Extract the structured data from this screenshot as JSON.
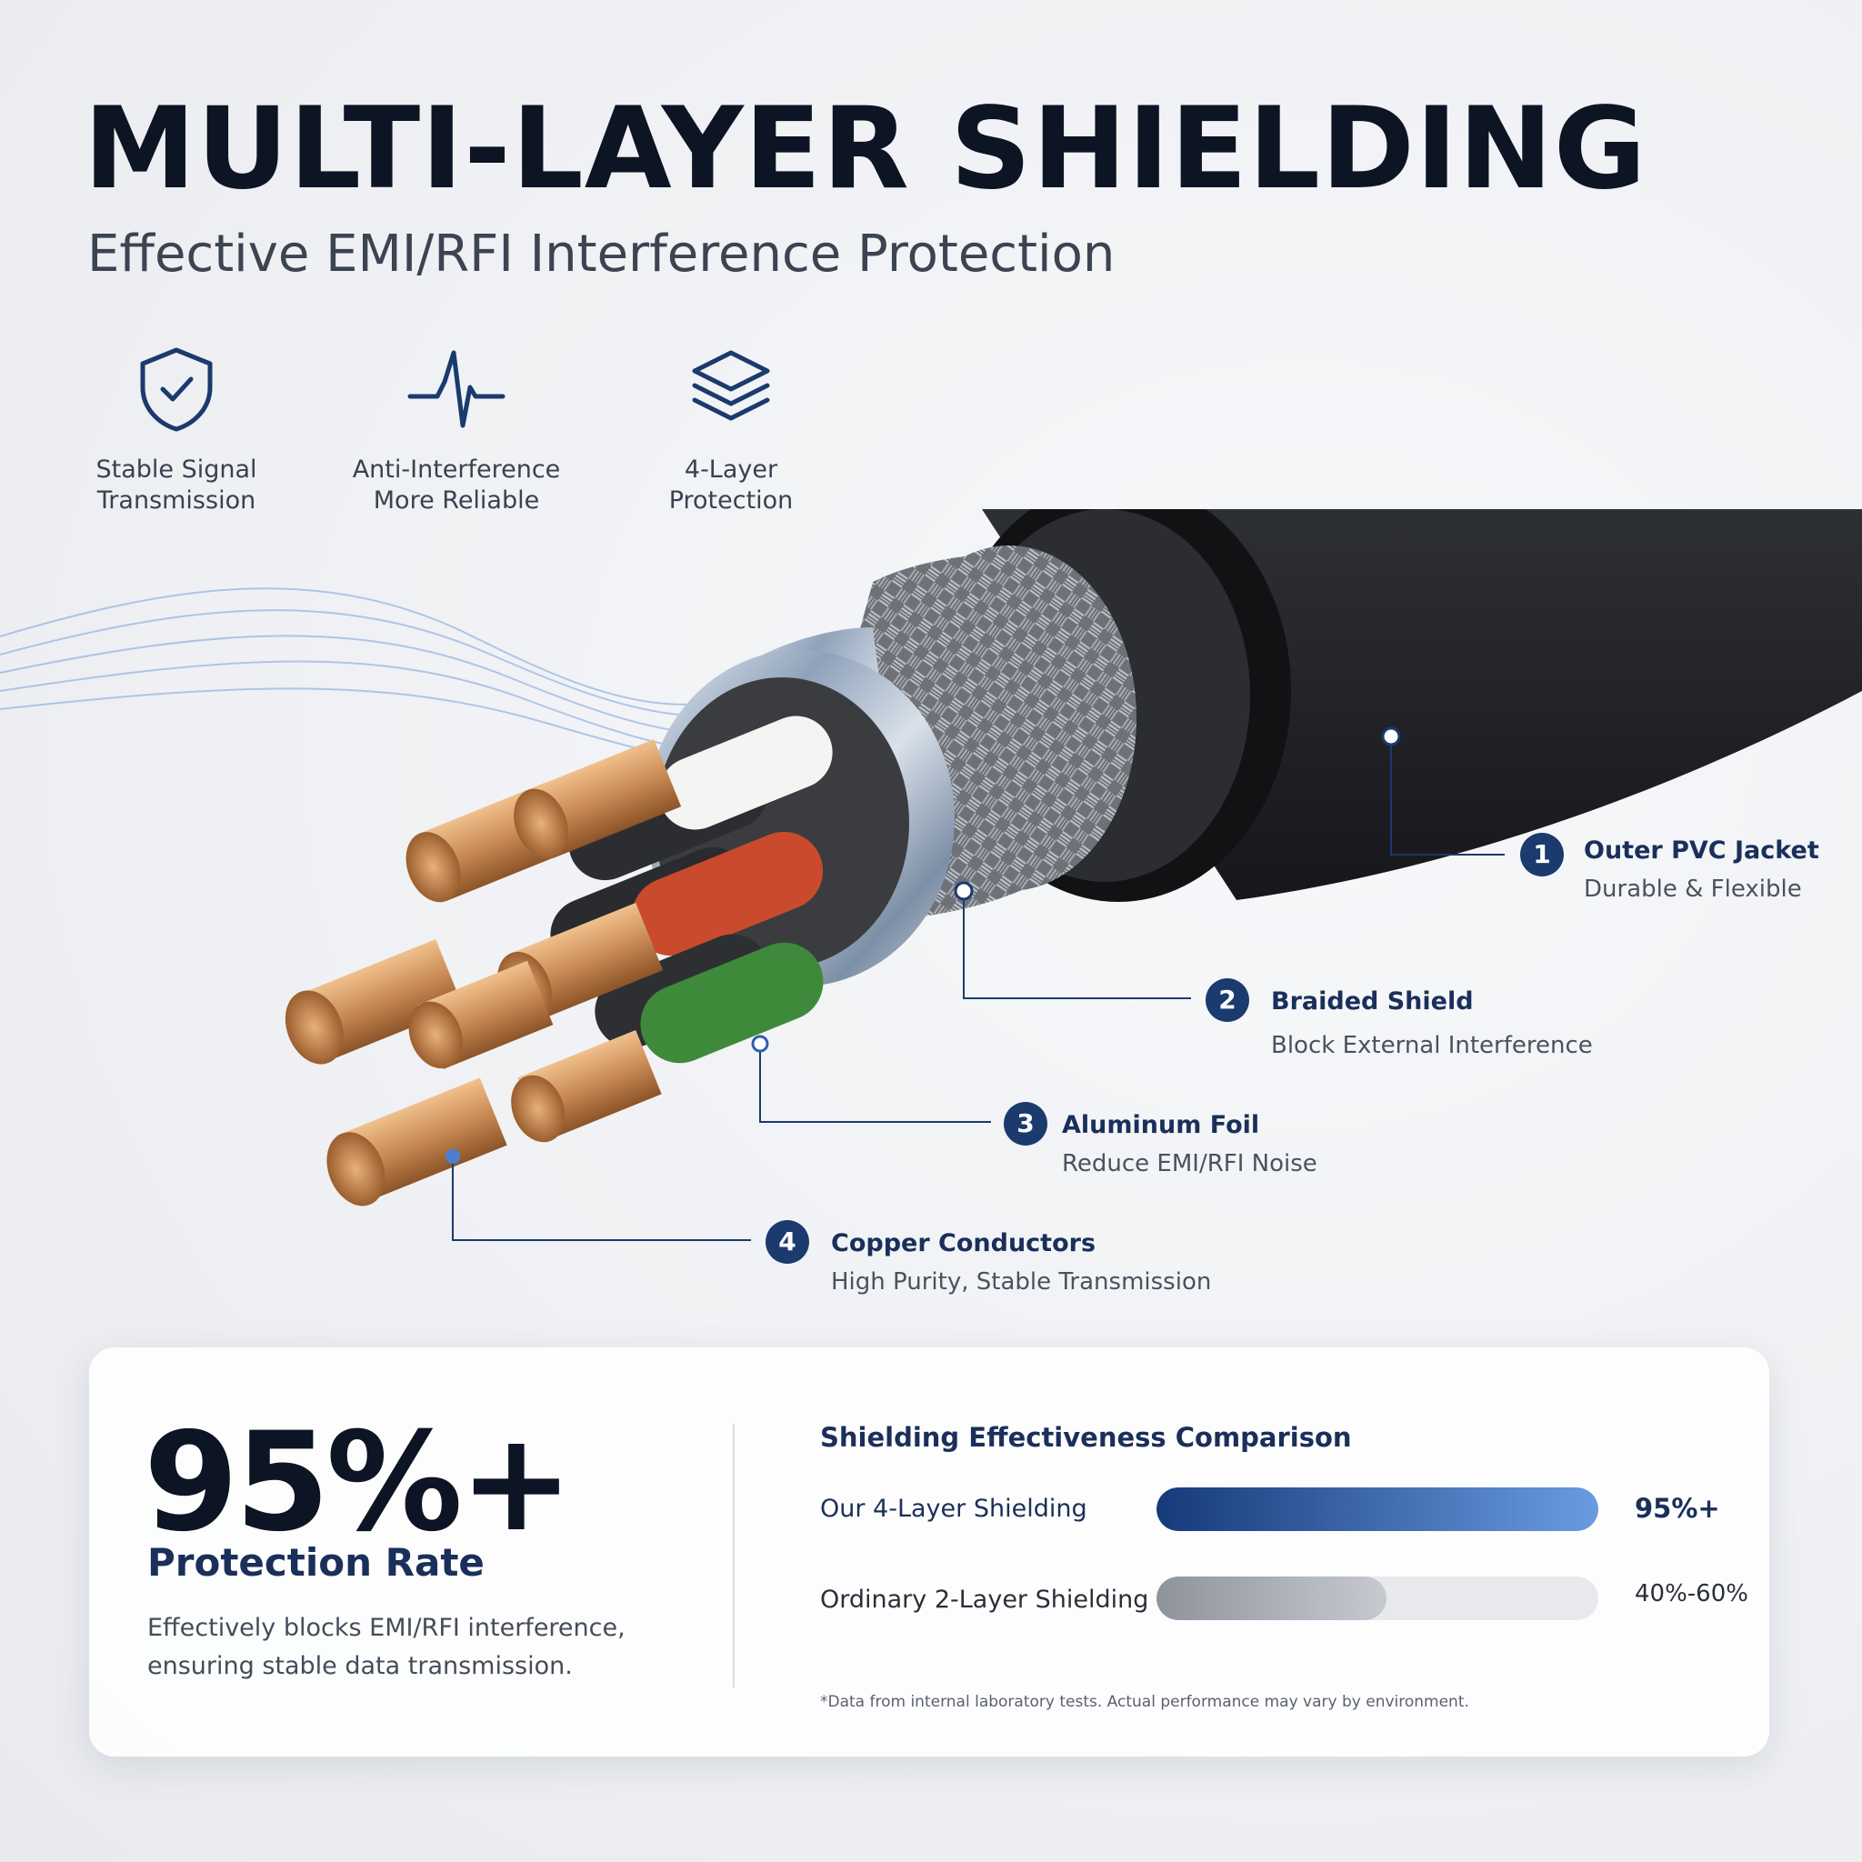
{
  "header": {
    "title": "MULTI-LAYER SHIELDING",
    "subtitle": "Effective EMI/RFI Interference Protection"
  },
  "features": [
    {
      "icon": "shield-check-icon",
      "line1": "Stable Signal",
      "line2": "Transmission"
    },
    {
      "icon": "heartbeat-pulse-icon",
      "line1": "Anti-Interference",
      "line2": "More Reliable"
    },
    {
      "icon": "layers-stack-icon",
      "line1": "4-Layer",
      "line2": "Protection"
    }
  ],
  "callouts": [
    {
      "number": "1",
      "title": "Outer PVC Jacket",
      "subtitle": "Durable & Flexible"
    },
    {
      "number": "2",
      "title": "Braided Shield",
      "subtitle": "Block External Interference"
    },
    {
      "number": "3",
      "title": "Aluminum Foil",
      "subtitle": "Reduce EMI/RFI Noise"
    },
    {
      "number": "4",
      "title": "Copper Conductors",
      "subtitle": "High Purity, Stable Transmission"
    }
  ],
  "stats": {
    "value": "95%+",
    "label": "Protection Rate",
    "description_line1": "Effectively blocks EMI/RFI interference,",
    "description_line2": "ensuring stable data transmission."
  },
  "comparison": {
    "title": "Shielding Effectiveness Comparison",
    "rows": [
      {
        "label": "Our 4-Layer Shielding",
        "value": "95%+",
        "fill_fraction": 1.0,
        "color_start": "#153a7a",
        "color_end": "#6a9be0",
        "text_color": "#1a2f5a"
      },
      {
        "label": "Ordinary 2-Layer Shielding",
        "value": "40%-60%",
        "fill_fraction": 0.52,
        "color_start": "#8e939c",
        "color_end": "#c7cad1",
        "text_color": "#2a2f38"
      }
    ],
    "footnote": "*Data from internal laboratory tests. Actual performance may vary by environment."
  },
  "colors": {
    "accent": "#1b3a6e",
    "title": "#0d1424",
    "copper": "#c98a55"
  }
}
